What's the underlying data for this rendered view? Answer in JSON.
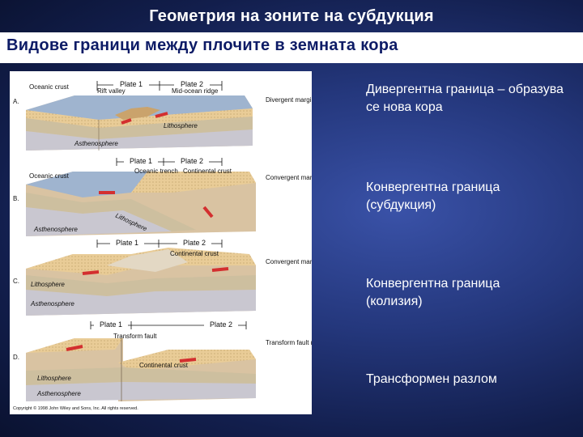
{
  "slide": {
    "title": "Геометрия на зоните на субдукция",
    "subtitle": "Видове граници между плочите в земната кора"
  },
  "labels": {
    "divergent": "Дивергентна граница – образува се нова кора",
    "subduction": "Конвергентна граница (субдукция)",
    "collision": "Конвергентна граница (колизия)",
    "transform": "Трансформен разлом"
  },
  "figure": {
    "copyright": "Copyright © 1998 John Wiley and Sons, Inc. All rights reserved.",
    "panel_a": {
      "letter": "A.",
      "plate1": "Plate 1",
      "plate2": "Plate 2",
      "oceanic_crust": "Oceanic crust",
      "rift_valley": "Rift valley",
      "mid_ocean_ridge": "Mid-ocean ridge",
      "margin": "Divergent margin",
      "lithosphere": "Lithosphere",
      "asthenosphere": "Asthenosphere"
    },
    "panel_b": {
      "letter": "B.",
      "plate1": "Plate 1",
      "plate2": "Plate 2",
      "oceanic_crust": "Oceanic crust",
      "trench": "Oceanic trench",
      "continental_crust": "Continental crust",
      "margin": "Convergent margin (subduction)",
      "lithosphere": "Lithosphere",
      "asthenosphere": "Asthenosphere"
    },
    "panel_c": {
      "letter": "C.",
      "plate1": "Plate 1",
      "plate2": "Plate 2",
      "continental_crust": "Continental crust",
      "margin": "Convergent margin (collision)",
      "lithosphere": "Lithosphere",
      "asthenosphere": "Asthenosphere"
    },
    "panel_d": {
      "letter": "D.",
      "plate1": "Plate 1",
      "plate2": "Plate 2",
      "fault": "Transform fault",
      "margin": "Transform fault margin",
      "continental_crust": "Continental crust",
      "lithosphere": "Lithosphere",
      "asthenosphere": "Asthenosphere"
    }
  },
  "colors": {
    "background": "#24377c",
    "ocean": "#9fb4cf",
    "crust": "#e9cc97",
    "lithosphere": "#d7c2a6",
    "asthenosphere": "#c9c7d0",
    "arrow": "#d32f2f"
  }
}
